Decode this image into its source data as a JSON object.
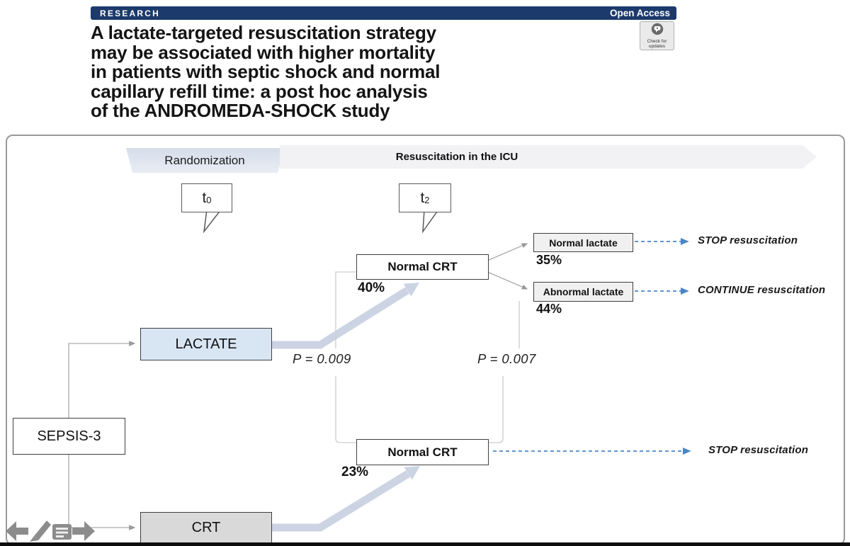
{
  "header": {
    "kicker": "RESEARCH",
    "open_access": "Open Access",
    "title_lines": [
      "A lactate-targeted resuscitation strategy",
      "may be associated with higher mortality",
      "in patients with septic shock and normal",
      "capillary refill time: a post hoc analysis",
      "of the ANDROMEDA-SHOCK study"
    ],
    "check_badge": {
      "line1": "Check for",
      "line2": "updates"
    }
  },
  "figure": {
    "banners": {
      "randomization": "Randomization",
      "resuscitation": "Resuscitation in the ICU"
    },
    "timepoints": {
      "t0": {
        "base": "t",
        "sub": "0"
      },
      "t2": {
        "base": "t",
        "sub": "2"
      }
    },
    "nodes": {
      "sepsis": {
        "label": "SEPSIS-3"
      },
      "lactate_arm": {
        "label": "LACTATE"
      },
      "crt_arm": {
        "label": "CRT"
      },
      "normal_crt_upper": {
        "label": "Normal CRT",
        "pct": "40%"
      },
      "normal_crt_lower": {
        "label": "Normal CRT",
        "pct": "23%"
      },
      "normal_lactate": {
        "label": "Normal lactate",
        "pct": "35%"
      },
      "abnormal_lactate": {
        "label": "Abnormal lactate",
        "pct": "44%"
      }
    },
    "p_values": {
      "crt_comparison": "P = 0.009",
      "lactate_comparison": "P = 0.007"
    },
    "outcomes": {
      "stop_upper": "STOP resuscitation",
      "continue_mid": "CONTINUE resuscitation",
      "stop_lower": "STOP resuscitation"
    },
    "colors": {
      "header_navy": "#1c3a6b",
      "lactate_box_fill": "#d8e6f4",
      "crt_box_fill": "#d9d9d9",
      "thick_arrow": "#ccd4e4",
      "dashed_arrow_blue": "#4a86c6",
      "connector_gray": "#ababab",
      "bracket_gray": "#cdcdcd"
    }
  },
  "nav": {
    "icons": [
      "previous-arrow",
      "pencil",
      "notes",
      "next-arrow"
    ]
  }
}
